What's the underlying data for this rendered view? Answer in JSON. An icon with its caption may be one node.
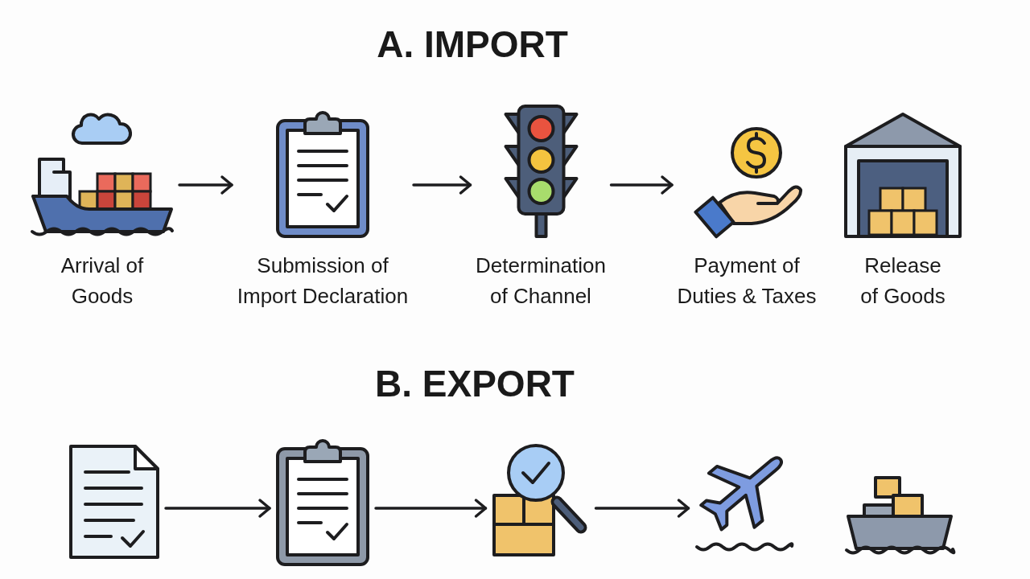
{
  "diagram": {
    "nodes": [
      {
        "text": [
          "Arrival of Goods"
        ]
      },
      {
        "text": [
          "Submission of Import Declaration"
        ]
      },
      {
        "text": [
          "Determination of Channel"
        ]
      },
      {
        "text": [
          "Payment of Duties & Taxes"
        ]
      },
      {
        "text": [
          "Release of Goods"
        ]
      },
      {
        "text": [],
        "shape": "picture"
      },
      {
        "text": [],
        "shape": "picture"
      },
      {
        "text": [],
        "shape": "picture"
      },
      {
        "text": [],
        "shape": "picture"
      },
      {
        "text": [],
        "shape": "picture"
      }
    ],
    "edges": [
      {
        "from": 0,
        "to": 1,
        "arrow": "to"
      },
      {
        "from": 1,
        "to": 2,
        "arrow": "to"
      },
      {
        "from": 2,
        "to": 3,
        "arrow": "to"
      },
      {
        "from": 5,
        "to": 6,
        "arrow": "to"
      },
      {
        "from": 6,
        "to": 7,
        "arrow": "to"
      },
      {
        "from": 7,
        "to": 8,
        "arrow": "to"
      }
    ],
    "labels": [
      "A. IMPORT",
      "B. EXPORT"
    ]
  }
}
